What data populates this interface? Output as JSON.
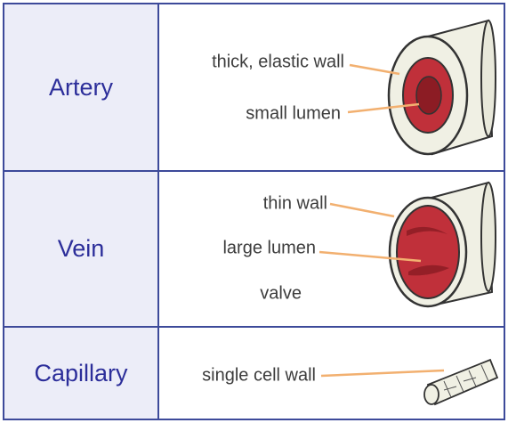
{
  "rows": [
    {
      "name": "Artery",
      "labels": [
        "thick, elastic wall",
        "small lumen"
      ]
    },
    {
      "name": "Vein",
      "labels": [
        "thin wall",
        "large lumen",
        "valve"
      ]
    },
    {
      "name": "Capillary",
      "labels": [
        "single cell wall"
      ]
    }
  ],
  "colors": {
    "border": "#3d4a9a",
    "label_bg": "#ecedf8",
    "label_text": "#2c2e9a",
    "vessel_wall": "#f0f0e4",
    "lumen_red": "#c0303a",
    "lumen_dark": "#8c1c24",
    "leader_line": "#f2b070"
  }
}
